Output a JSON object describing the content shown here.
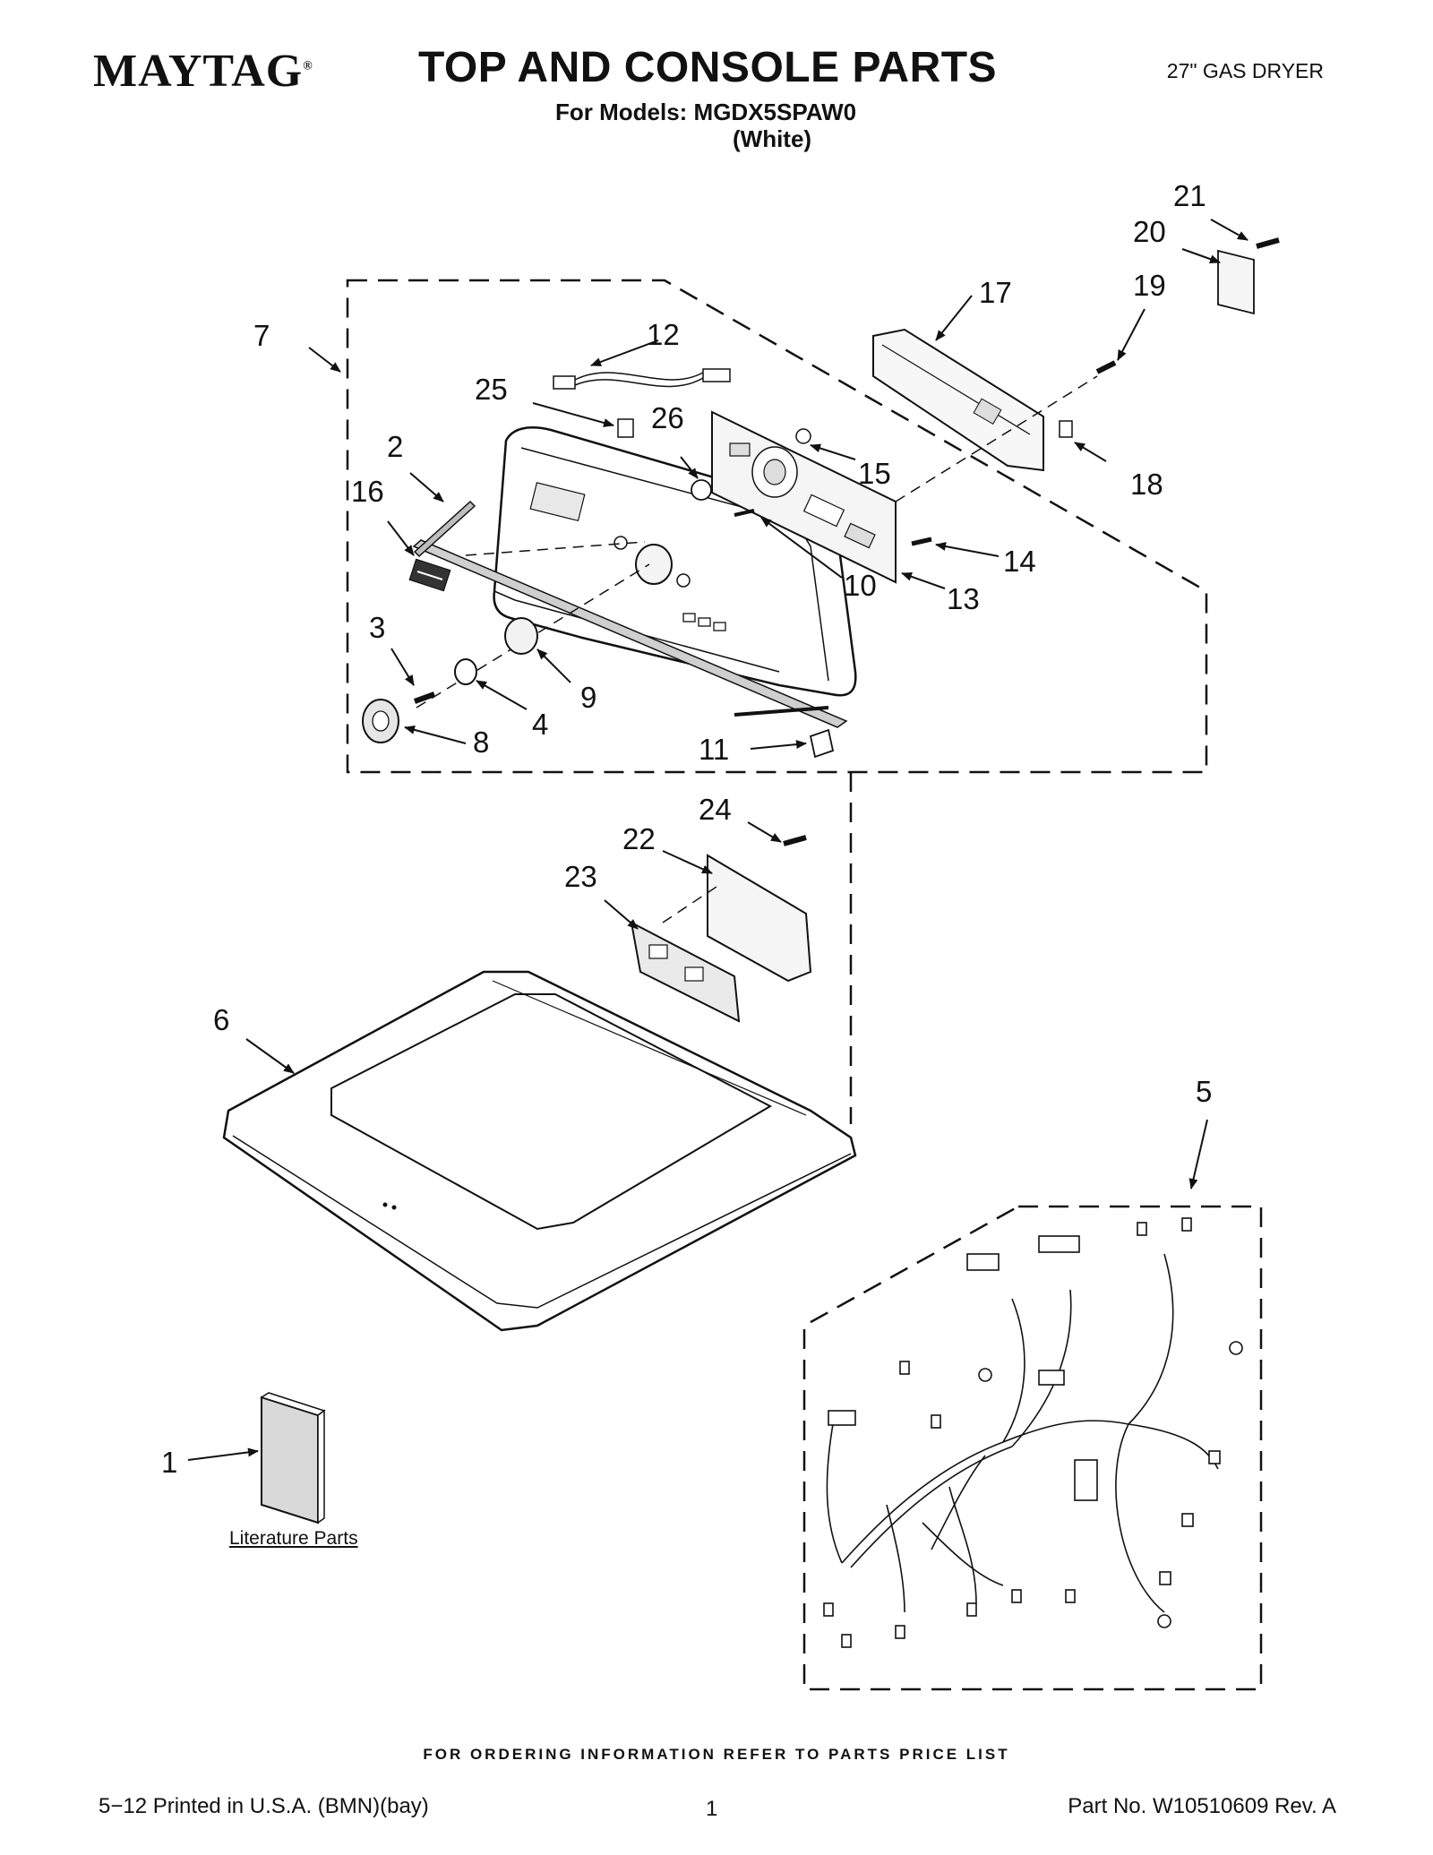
{
  "header": {
    "brand": "MAYTAG",
    "brand_mark": "®",
    "title": "TOP AND CONSOLE PARTS",
    "models_line": "For Models: MGDX5SPAW0",
    "color_line": "(White)",
    "product": "27\" GAS DRYER"
  },
  "callouts": {
    "c1": "1",
    "c2": "2",
    "c3": "3",
    "c4": "4",
    "c5": "5",
    "c6": "6",
    "c7": "7",
    "c8": "8",
    "c9": "9",
    "c10": "10",
    "c11": "11",
    "c12": "12",
    "c13": "13",
    "c14": "14",
    "c15": "15",
    "c16": "16",
    "c17": "17",
    "c18": "18",
    "c19": "19",
    "c20": "20",
    "c21": "21",
    "c22": "22",
    "c23": "23",
    "c24": "24",
    "c25": "25",
    "c26": "26"
  },
  "literature_label": "Literature Parts",
  "footer": {
    "ordering": "FOR ORDERING INFORMATION REFER TO PARTS PRICE LIST",
    "printed": "5−12 Printed in U.S.A. (BMN)(bay)",
    "page": "1",
    "part_no": "Part No. W10510609 Rev. A"
  },
  "colors": {
    "ink": "#1a1a1a",
    "paper": "#ffffff",
    "shade": "#d9d9d9"
  }
}
